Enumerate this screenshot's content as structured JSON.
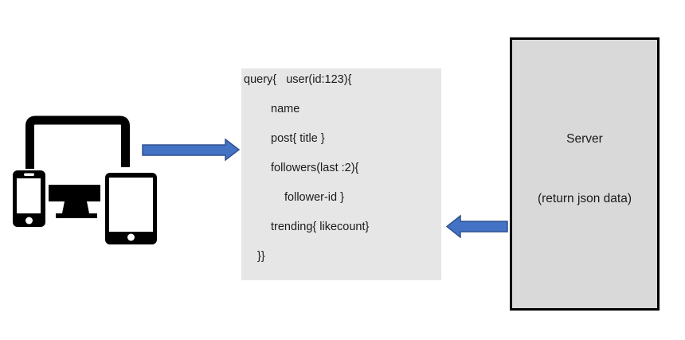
{
  "diagram": {
    "client": {
      "icon": "responsive-devices-icon"
    },
    "request_arrow": {
      "icon": "right-arrow-icon",
      "direction": "right"
    },
    "response_arrow": {
      "icon": "left-arrow-icon",
      "direction": "left"
    },
    "query_box": {
      "lines": [
        "query{   user(id:123){",
        "name",
        "post{ title }",
        "followers(last :2){",
        "follower-id }",
        "trending{ likecount}",
        "}}"
      ]
    },
    "server_box": {
      "title": "Server",
      "subtitle": "(return json data)"
    },
    "colors": {
      "arrow_fill": "#4472c4",
      "arrow_stroke": "#2f528f",
      "query_box_bg": "#e6e6e6",
      "server_box_bg": "#d9d9d9",
      "server_box_border": "#000000",
      "device_icon": "#000000",
      "text": "#1a1a1a"
    }
  }
}
